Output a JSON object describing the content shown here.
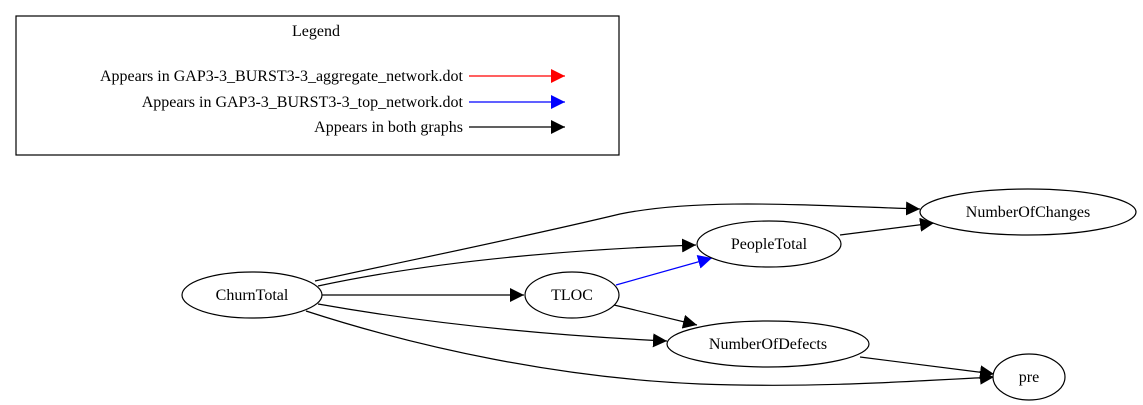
{
  "legend": {
    "title": "Legend",
    "entries": [
      {
        "label": "Appears in GAP3-3_BURST3-3_aggregate_network.dot",
        "color": "#ff0000"
      },
      {
        "label": "Appears in GAP3-3_BURST3-3_top_network.dot",
        "color": "#0000ff"
      },
      {
        "label": "Appears in both graphs",
        "color": "#000000"
      }
    ]
  },
  "graph": {
    "nodes": {
      "churn": "ChurnTotal",
      "tloc": "TLOC",
      "people": "PeopleTotal",
      "changes": "NumberOfChanges",
      "defects": "NumberOfDefects",
      "pre": "pre"
    },
    "edges": [
      {
        "from": "ChurnTotal",
        "to": "NumberOfChanges",
        "color": "#000000"
      },
      {
        "from": "ChurnTotal",
        "to": "PeopleTotal",
        "color": "#000000"
      },
      {
        "from": "ChurnTotal",
        "to": "TLOC",
        "color": "#000000"
      },
      {
        "from": "ChurnTotal",
        "to": "NumberOfDefects",
        "color": "#000000"
      },
      {
        "from": "ChurnTotal",
        "to": "pre",
        "color": "#000000"
      },
      {
        "from": "TLOC",
        "to": "PeopleTotal",
        "color": "#0000ff"
      },
      {
        "from": "TLOC",
        "to": "NumberOfDefects",
        "color": "#000000"
      },
      {
        "from": "PeopleTotal",
        "to": "NumberOfChanges",
        "color": "#000000"
      },
      {
        "from": "NumberOfDefects",
        "to": "pre",
        "color": "#000000"
      }
    ]
  }
}
